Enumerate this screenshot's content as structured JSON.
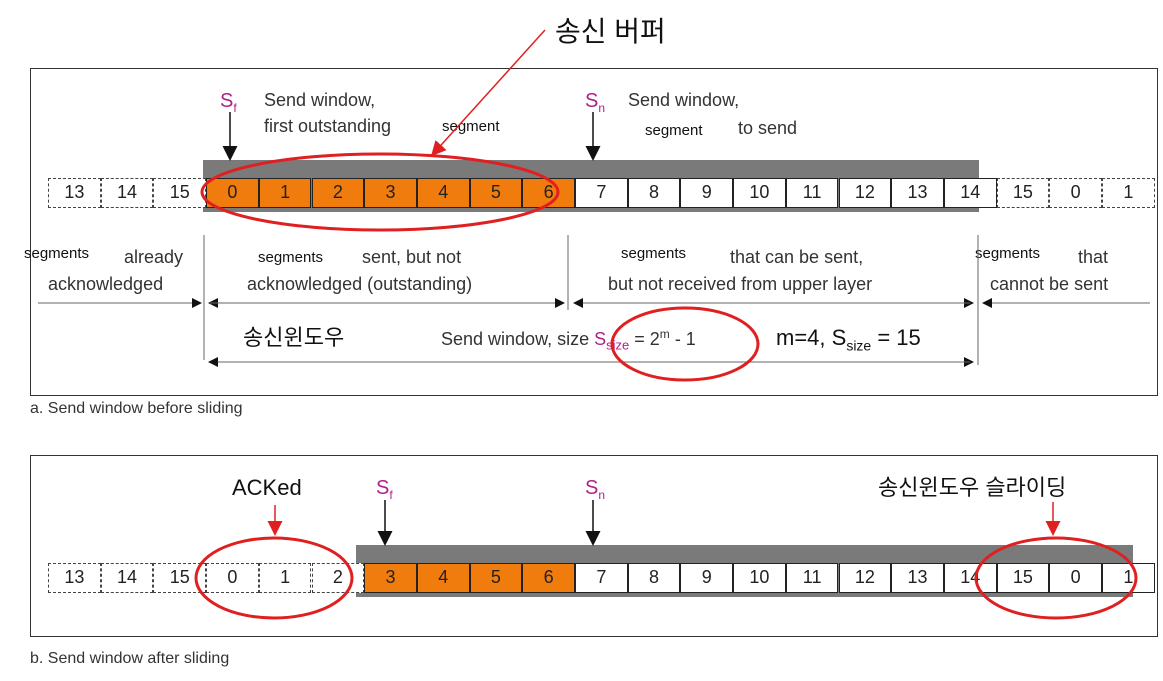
{
  "title": "송신 버퍼",
  "panel_a": {
    "caption": "a. Send window before sliding",
    "sf": {
      "base": "S",
      "sub": "f"
    },
    "sn": {
      "base": "S",
      "sub": "n"
    },
    "sf_label_1": "Send window,",
    "sf_label_2": "first outstanding",
    "sf_label_seg": "segment",
    "sn_label_1": "Send window,",
    "sn_label_seg": "segment",
    "sn_label_2": "to send",
    "cells": [
      {
        "v": "13",
        "s": "dash"
      },
      {
        "v": "14",
        "s": "dash"
      },
      {
        "v": "15",
        "s": "dash"
      },
      {
        "v": "0",
        "s": "orange"
      },
      {
        "v": "1",
        "s": "orange"
      },
      {
        "v": "2",
        "s": "orange"
      },
      {
        "v": "3",
        "s": "orange"
      },
      {
        "v": "4",
        "s": "orange"
      },
      {
        "v": "5",
        "s": "orange"
      },
      {
        "v": "6",
        "s": "orange"
      },
      {
        "v": "7",
        "s": "white"
      },
      {
        "v": "8",
        "s": "white"
      },
      {
        "v": "9",
        "s": "white"
      },
      {
        "v": "10",
        "s": "white"
      },
      {
        "v": "11",
        "s": "white"
      },
      {
        "v": "12",
        "s": "white"
      },
      {
        "v": "13",
        "s": "white"
      },
      {
        "v": "14",
        "s": "white"
      },
      {
        "v": "15",
        "s": "dash"
      },
      {
        "v": "0",
        "s": "dash"
      },
      {
        "v": "1",
        "s": "dash"
      }
    ],
    "region1_seg": "segments",
    "region1_a": "already",
    "region1_b": "acknowledged",
    "region2_seg": "segments",
    "region2_a": "sent, but not",
    "region2_b": "acknowledged (outstanding)",
    "region3_seg": "segments",
    "region3_a": "that can be sent,",
    "region3_b": "but not received from upper layer",
    "region4_seg": "segments",
    "region4_a": "that",
    "region4_b": "cannot be sent",
    "window_korean": "송신윈도우",
    "size_text": "Send window, size",
    "size_formula_s": "S",
    "size_formula_sub": "size",
    "size_formula_eq": "= 2",
    "size_formula_sup": "m",
    "size_formula_tail": "- 1",
    "m_text": "m=4, S",
    "m_sub": "size",
    "m_tail": "= 15"
  },
  "panel_b": {
    "caption": "b. Send window after sliding",
    "acked": "ACKed",
    "sliding_korean": "송신윈도우 슬라이딩",
    "sf": {
      "base": "S",
      "sub": "f"
    },
    "sn": {
      "base": "S",
      "sub": "n"
    },
    "cells": [
      {
        "v": "13",
        "s": "dash"
      },
      {
        "v": "14",
        "s": "dash"
      },
      {
        "v": "15",
        "s": "dash"
      },
      {
        "v": "0",
        "s": "dash"
      },
      {
        "v": "1",
        "s": "dash"
      },
      {
        "v": "2",
        "s": "dash"
      },
      {
        "v": "3",
        "s": "orange"
      },
      {
        "v": "4",
        "s": "orange"
      },
      {
        "v": "5",
        "s": "orange"
      },
      {
        "v": "6",
        "s": "orange"
      },
      {
        "v": "7",
        "s": "white"
      },
      {
        "v": "8",
        "s": "white"
      },
      {
        "v": "9",
        "s": "white"
      },
      {
        "v": "10",
        "s": "white"
      },
      {
        "v": "11",
        "s": "white"
      },
      {
        "v": "12",
        "s": "white"
      },
      {
        "v": "13",
        "s": "white"
      },
      {
        "v": "14",
        "s": "white"
      },
      {
        "v": "15",
        "s": "white"
      },
      {
        "v": "0",
        "s": "white"
      },
      {
        "v": "1",
        "s": "white"
      }
    ]
  },
  "colors": {
    "orange": "#f07c0e",
    "gray": "#7a7a7a",
    "red": "#e02020",
    "pink": "#b0208a"
  }
}
